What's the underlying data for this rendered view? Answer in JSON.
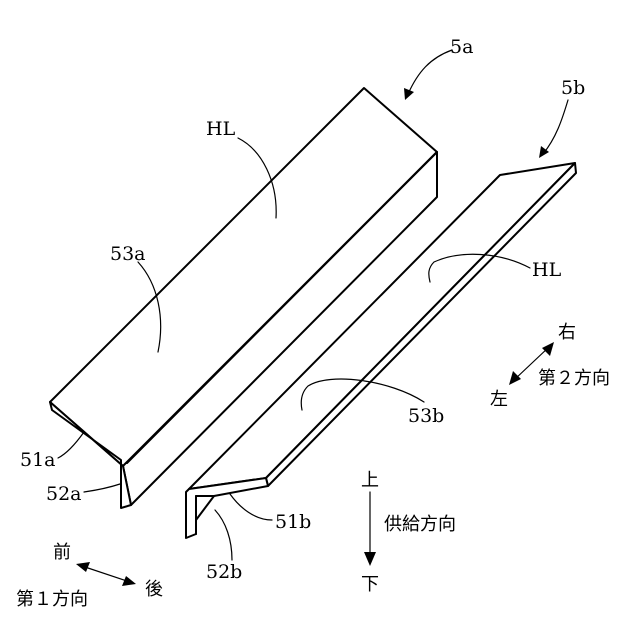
{
  "labels": {
    "part_5a": "5a",
    "part_5b": "5b",
    "hl_a": "HL",
    "hl_b": "HL",
    "label_53a": "53a",
    "label_53b": "53b",
    "label_51a": "51a",
    "label_52a": "52a",
    "label_51b": "51b",
    "label_52b": "52b"
  },
  "directions": {
    "first": {
      "name": "第１方向",
      "front": "前",
      "back": "後"
    },
    "second": {
      "name": "第２方向",
      "right": "右",
      "left": "左"
    },
    "supply": {
      "name": "供給方向",
      "up": "上",
      "down": "下"
    }
  }
}
